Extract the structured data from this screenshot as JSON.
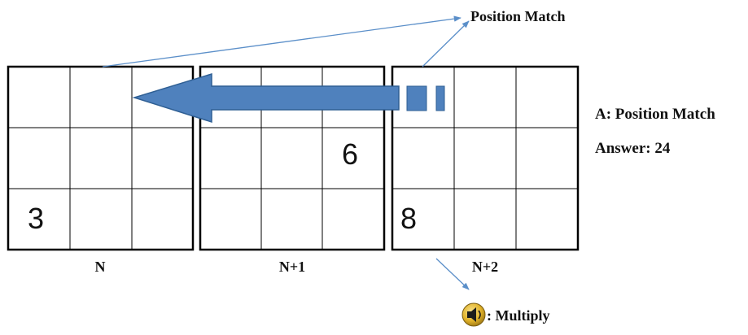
{
  "grids": [
    {
      "label": "N",
      "cells": {
        "2-0": "3"
      }
    },
    {
      "label": "N+1",
      "cells": {
        "1-2": "6"
      }
    },
    {
      "label": "N+2",
      "cells": {
        "2-0": "8"
      }
    }
  ],
  "callouts": {
    "position_match": "Position Match",
    "answer_type": "A: Position Match",
    "answer": "Answer: 24",
    "multiply": ": Multiply"
  },
  "icons": {
    "speaker": "speaker-icon"
  },
  "colors": {
    "arrow_fill": "#4f81bd",
    "arrow_stroke": "#2f5f94",
    "pointer_line": "#5b8fc9",
    "grid_line": "#000000",
    "speaker_gold": "#e2b32a"
  }
}
